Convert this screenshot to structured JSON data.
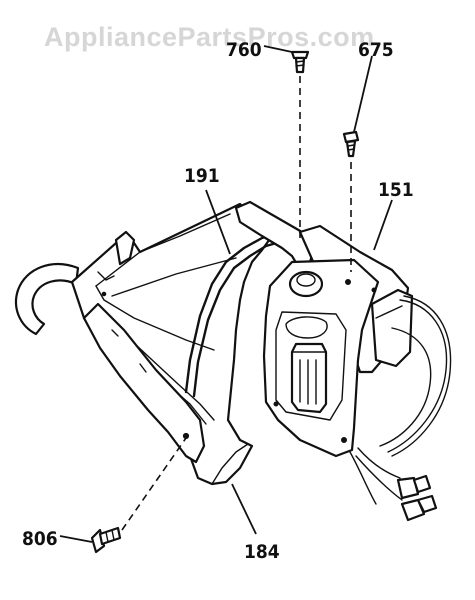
{
  "watermark": "AppliancePartsPros.com",
  "callouts": [
    {
      "id": "screw-top-left",
      "label": "760"
    },
    {
      "id": "screw-top-right",
      "label": "675"
    },
    {
      "id": "rod",
      "label": "191"
    },
    {
      "id": "motor-assembly",
      "label": "151"
    },
    {
      "id": "bracket",
      "label": "184"
    },
    {
      "id": "screw-bottom-left",
      "label": "806"
    }
  ]
}
